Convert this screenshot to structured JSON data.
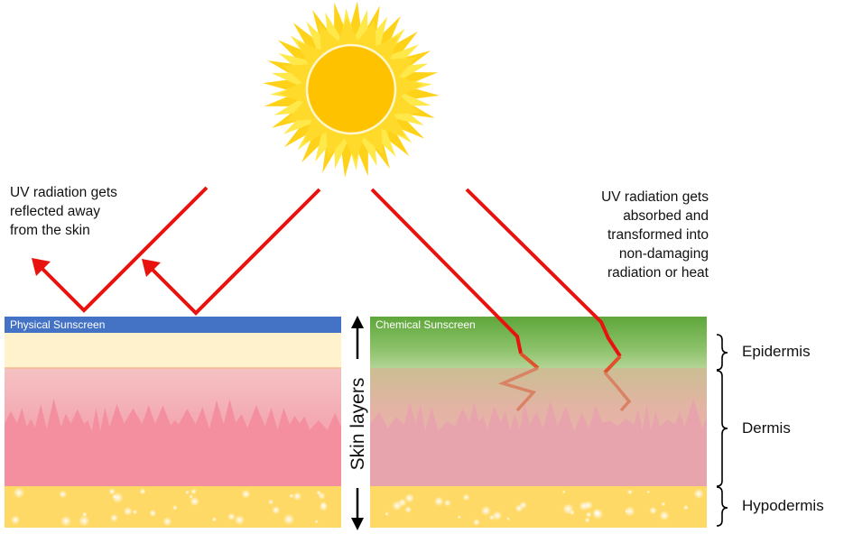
{
  "captions": {
    "physical": [
      "UV radiation gets",
      "reflected away",
      "from the skin"
    ],
    "chemical": [
      "UV radiation gets",
      "absorbed and",
      "transformed into",
      "non-damaging",
      "radiation or heat"
    ]
  },
  "panels": {
    "physical": {
      "label": "Physical Sunscreen"
    },
    "chemical": {
      "label": "Chemical Sunscreen"
    }
  },
  "axis": {
    "label": "Skin layers"
  },
  "layers": [
    {
      "name": "Epidermis"
    },
    {
      "name": "Dermis"
    },
    {
      "name": "Hypodermis"
    }
  ],
  "colors": {
    "sun_core": "#FFC200",
    "sun_rays": "#FFE23A",
    "physical_band": "#4472C4",
    "chemical_band": "#6AAE3F",
    "epidermis": "#FFF2CC",
    "dermis": "#F3B4B7",
    "dermis_deep": "#F48FA0",
    "hypodermis": "#FFD966",
    "uv_ray": "#E8130E"
  }
}
